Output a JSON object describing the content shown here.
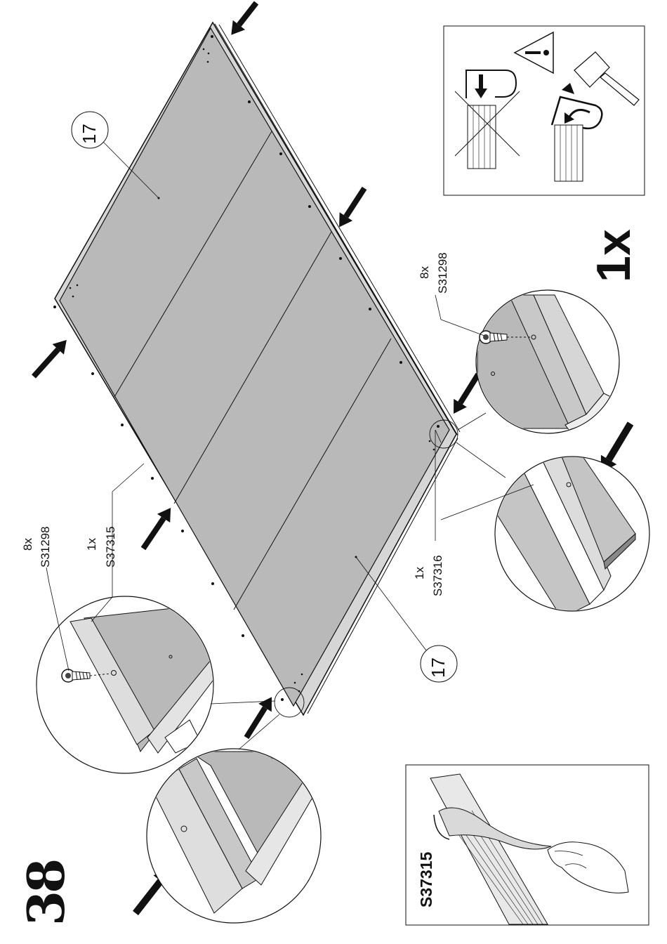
{
  "step": {
    "number": "38"
  },
  "panels": {
    "top_left_label": "17",
    "bottom_label": "17"
  },
  "parts": {
    "screw_left": {
      "qty": "8x",
      "code": "S31298"
    },
    "rail_left": {
      "qty": "1x",
      "code": "S37315"
    },
    "screw_right": {
      "qty": "8x",
      "code": "S31298"
    },
    "rail_right": {
      "qty": "1x",
      "code": "S37316"
    }
  },
  "quantity": "1x",
  "tape_box": {
    "code": "S37315"
  },
  "warning": {
    "icon": "warning-triangle-icon",
    "tool_icon": "mallet-icon"
  },
  "colors": {
    "panel_fill": "#b9b9b9",
    "line": "#111111",
    "rail_fill": "#d8d8d8"
  }
}
